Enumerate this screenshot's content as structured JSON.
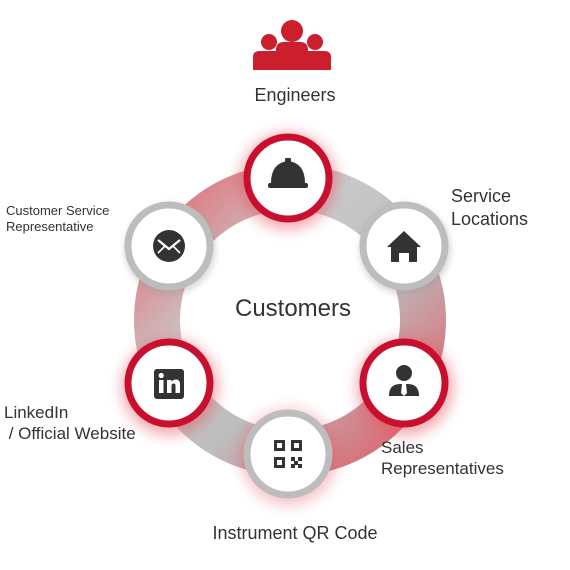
{
  "diagram": {
    "center_label": "Customers",
    "top_label": "Engineers",
    "nodes": {
      "helmet": {
        "kind": "helmet-icon",
        "style": "red"
      },
      "service": {
        "label_lines": [
          "Service",
          "Locations"
        ],
        "kind": "house-icon",
        "style": "gray"
      },
      "sales": {
        "label_lines": [
          "Sales",
          "Representatives"
        ],
        "kind": "person-tie-icon",
        "style": "red"
      },
      "qr": {
        "label": "Instrument QR Code",
        "kind": "qr-code-icon",
        "style": "gray"
      },
      "linkedin": {
        "label_lines": [
          "LinkedIn",
          " / Official Website"
        ],
        "kind": "linkedin-icon",
        "style": "red"
      },
      "csr": {
        "label_lines": [
          "Customer Service",
          "Representative"
        ],
        "kind": "envelope-icon",
        "style": "gray"
      }
    },
    "colors": {
      "accent_red": "#c8102e",
      "ring_gray": "#b8b8b8",
      "icon_dark": "#333333",
      "text": "#333333"
    }
  }
}
